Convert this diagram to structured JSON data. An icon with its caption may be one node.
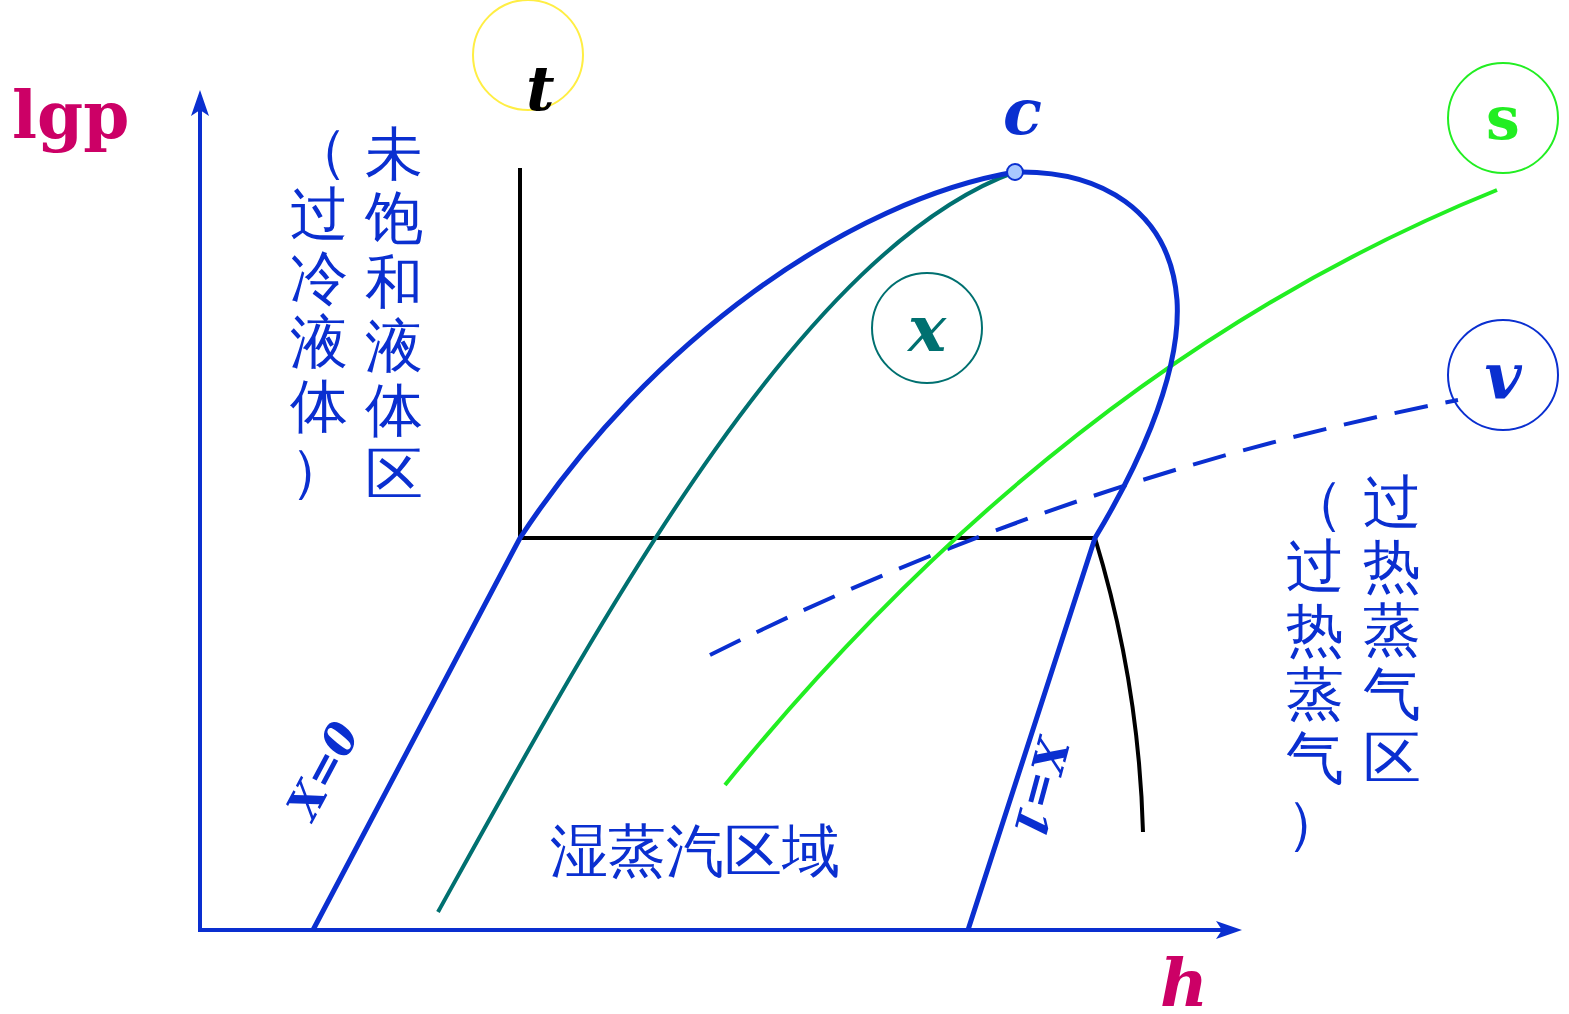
{
  "diagram": {
    "nodes": [
      {
        "text": [],
        "shape": "circle"
      },
      {
        "text": [
          "x"
        ]
      },
      {
        "text": [
          "s"
        ]
      },
      {
        "text": [
          "v"
        ]
      }
    ],
    "labels": [
      "lgp",
      "t",
      "c",
      "未饱和液体区",
      "（过冷液体）",
      "X=0",
      "湿蒸汽区域",
      "X=1",
      "过热蒸气区",
      "（过热蒸气）",
      "h"
    ]
  }
}
